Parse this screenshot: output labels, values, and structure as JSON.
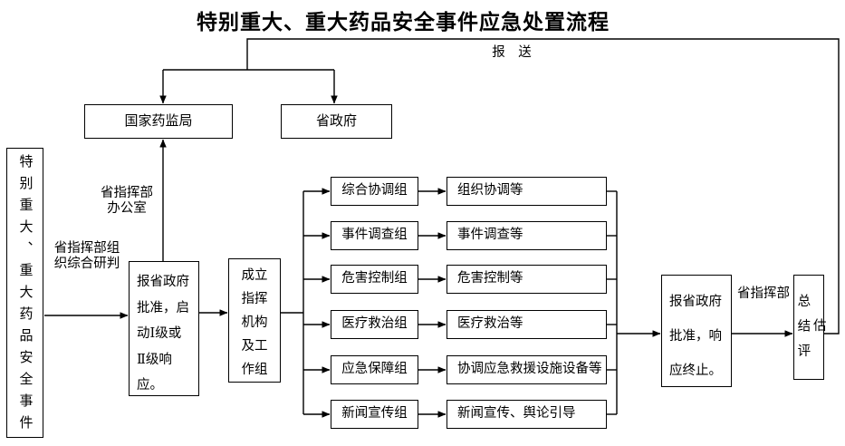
{
  "title": "特别重大、重大药品安全事件应急处置流程",
  "labels": {
    "report": "报　送",
    "office": "省指挥部\n办公室",
    "research": "省指挥部组\n织综合研判",
    "commander": "省指挥部"
  },
  "boxes": {
    "event": "特别重大、重大药品安全事件",
    "nmpa": "国家药监局",
    "prov_gov": "省政府",
    "approve_start": "报省政府\n批准，启\n动Ⅰ级或\nⅡ级响\n应。",
    "setup": "成立\n指挥\n机构\n及工\n作组",
    "terminate": "报省政府\n批准，响\n应终止。",
    "summary": "总结评估"
  },
  "groups": [
    {
      "name": "综合协调组",
      "task": "组织协调等"
    },
    {
      "name": "事件调查组",
      "task": "事件调查等"
    },
    {
      "name": "危害控制组",
      "task": "危害控制等"
    },
    {
      "name": "医疗救治组",
      "task": "医疗救治等"
    },
    {
      "name": "应急保障组",
      "task": "协调应急救援设施设备等"
    },
    {
      "name": "新闻宣传组",
      "task": "新闻宣传、舆论引导"
    }
  ],
  "colors": {
    "line": "#000000",
    "background": "#ffffff"
  }
}
